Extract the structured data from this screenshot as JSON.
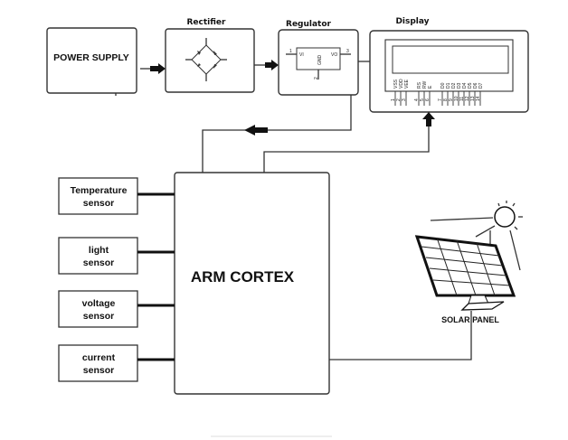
{
  "diagram": {
    "blocks": {
      "power_supply": "POWER SUPPLY",
      "rectifier_title": "Rectifier",
      "regulator_title": "Regulator",
      "display_title": "Display",
      "controller": "ARM CORTEX",
      "solar_panel": "SOLAR PANEL"
    },
    "regulator_pins": {
      "pin1": "1",
      "pin2": "2",
      "pin3": "3",
      "vi": "VI",
      "vo": "VO",
      "gnd": "GND"
    },
    "display_pins": {
      "labels": [
        "VSS",
        "VDD",
        "VEE",
        "RS",
        "RW",
        "E",
        "D0",
        "D1",
        "D2",
        "D3",
        "D4",
        "D5",
        "D6",
        "D7"
      ],
      "numbers": [
        "1",
        "2",
        "3",
        "4",
        "5",
        "6",
        "7",
        "8",
        "9",
        "10",
        "11",
        "12",
        "13",
        "14"
      ]
    },
    "sensors": [
      {
        "line1": "Temperature",
        "line2": "sensor"
      },
      {
        "line1": "light",
        "line2": "sensor"
      },
      {
        "line1": "voltage",
        "line2": "sensor"
      },
      {
        "line1": "current",
        "line2": "sensor"
      }
    ]
  }
}
